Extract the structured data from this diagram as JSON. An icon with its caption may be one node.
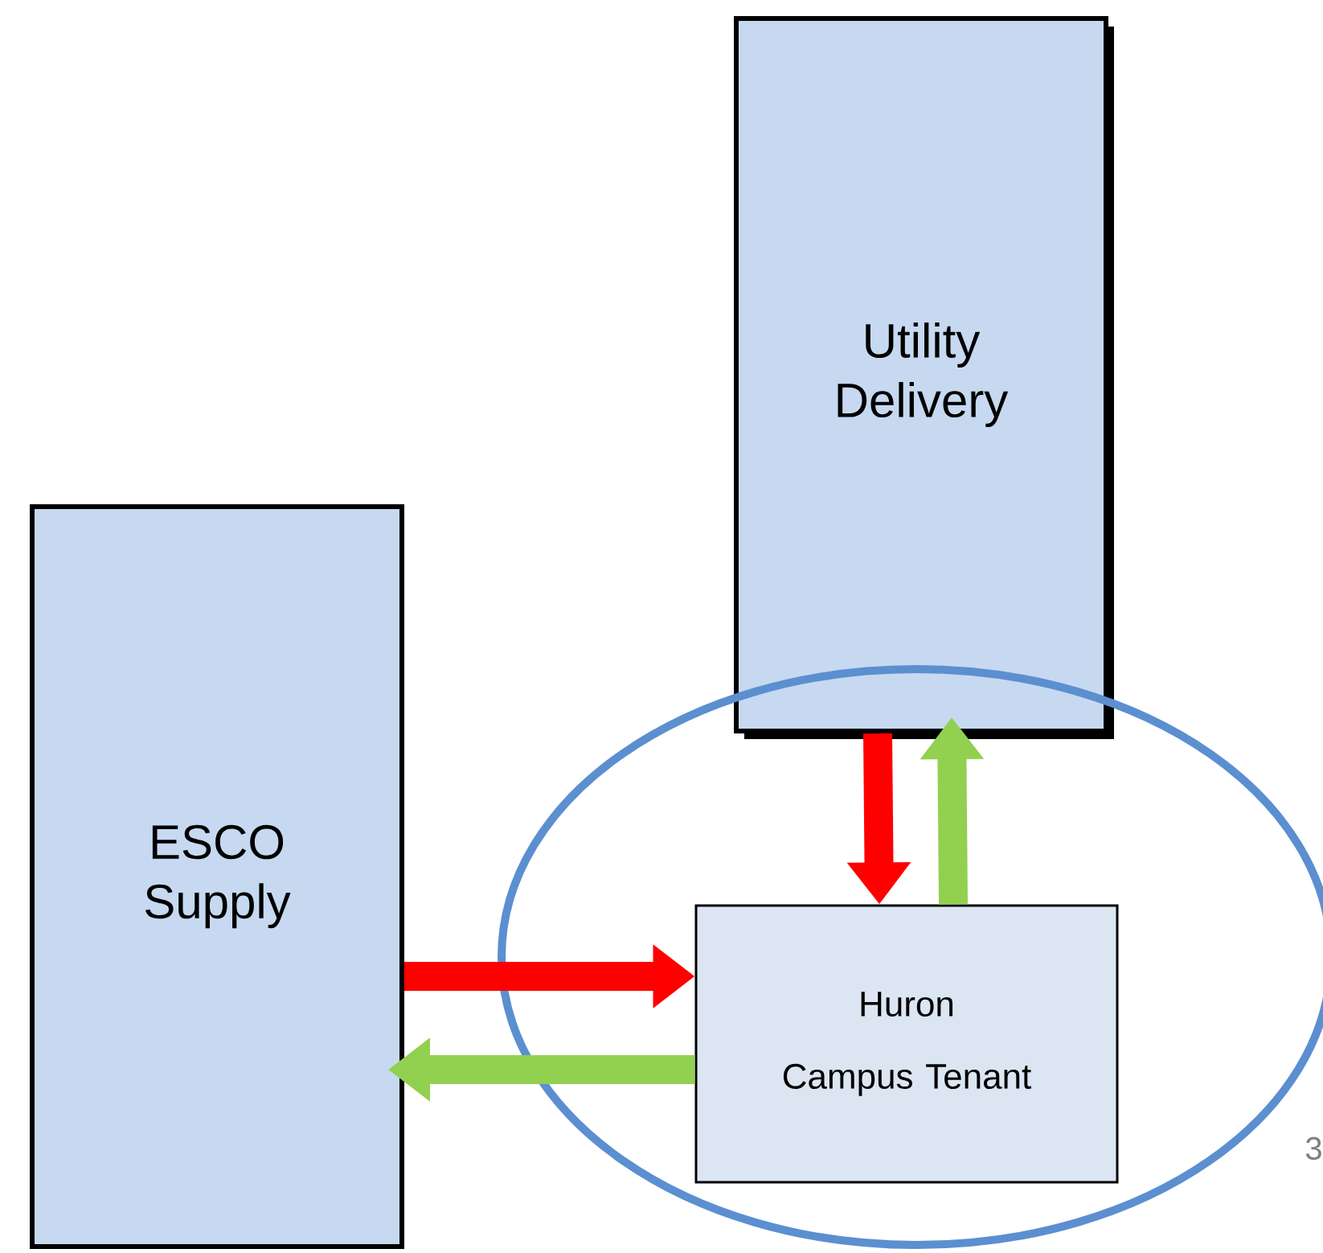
{
  "diagram": {
    "nodes": [
      {
        "text": [
          "Utility Delivery"
        ]
      },
      {
        "text": [
          "ESCO Supply"
        ]
      },
      {
        "text": [],
        "shape": "ellipse"
      },
      {
        "text": [
          "Huron",
          "Campus Tenant"
        ],
        "in": 2
      }
    ],
    "edges": [
      {
        "from": 0,
        "to": 3,
        "arrow": "to",
        "color": "#ff0000"
      },
      {
        "from": 3,
        "to": 0,
        "arrow": "to",
        "color": "#92d050"
      },
      {
        "from": 1,
        "to": 3,
        "arrow": "to",
        "color": "#ff0000"
      },
      {
        "from": 3,
        "to": 1,
        "arrow": "to",
        "color": "#92d050"
      }
    ],
    "labels": [
      "3"
    ]
  }
}
